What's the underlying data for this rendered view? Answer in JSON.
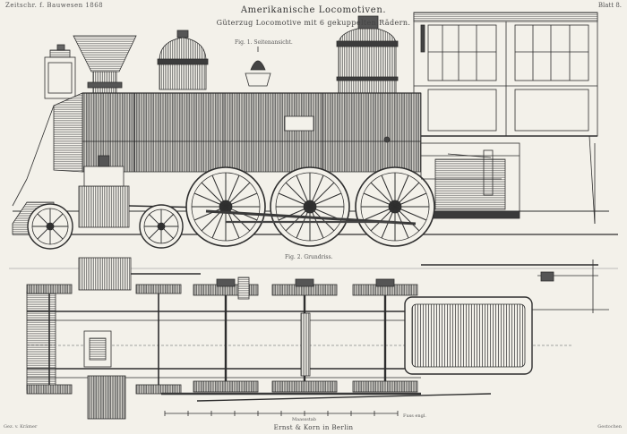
{
  "plate": {
    "header_left": "Zeitschr. f. Bauwesen 1868",
    "header_right": "Blatt 8.",
    "title": "Amerikanische Locomotiven.",
    "subtitle": "Güterzug Locomotive mit 6 gekuppelten Rädern.",
    "fig1_label": "Fig. 1. Seitenansicht.",
    "fig2_label": "Fig. 2. Grundriss.",
    "scale_label": "Maassstab",
    "scale_unit": "Fuss engl.",
    "signature_left": "Gez. v. Krämer",
    "signature_right": "Gestochen",
    "publisher": "Ernst & Korn in Berlin"
  },
  "colors": {
    "paper": "#f3f1ea",
    "ink": "#2b2b2b",
    "hatch": "#555555"
  }
}
